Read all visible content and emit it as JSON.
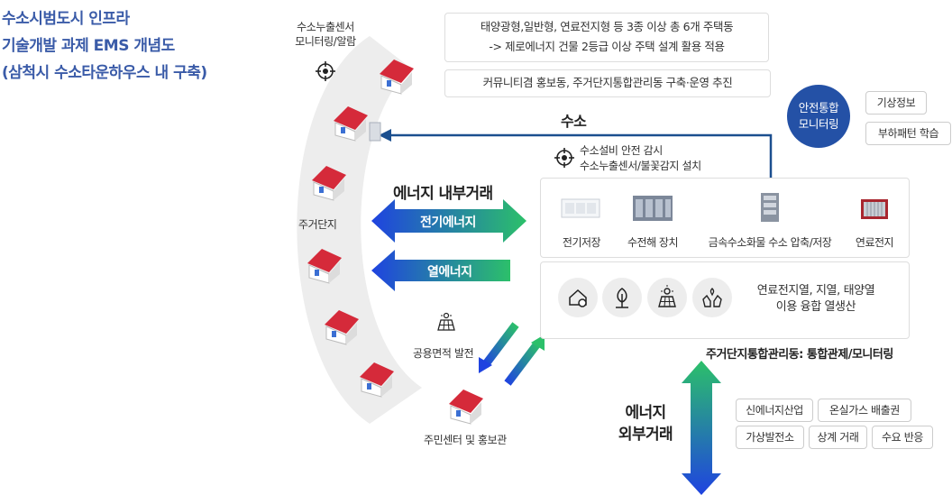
{
  "title": {
    "line1": "수소시범도시 인프라",
    "line2": "기술개발 과제 EMS 개념도",
    "line3": "(삼척시 수소타운하우스 내 구축)"
  },
  "sensor_top": {
    "line1": "수소누출센서",
    "line2": "모니터링/알람"
  },
  "residential_label": "주거단지",
  "info_boxes": {
    "box1_line1": "태양광형,일반형, 연료전지형 등 3종 이상 총 6개 주택동",
    "box1_line2": "-> 제로에너지 건물 2등급 이상 주택 설계 활용 적용",
    "box2": "커뮤니티겸 홍보동, 주거단지통합관리동 구축·운영 추진"
  },
  "safety_circle": {
    "line1": "안전통합",
    "line2": "모니터링"
  },
  "side_tags": [
    "기상정보",
    "부하패턴 학습"
  ],
  "hydrogen_label": "수소",
  "safety_monitor": {
    "line1": "수소설비 안전 감시",
    "line2": "수소누출센서/불꽃감지 설치"
  },
  "internal_trade": {
    "title": "에너지 내부거래",
    "electric": "전기에너지",
    "heat": "열에너지"
  },
  "equipment": [
    {
      "icon": "battery-storage-icon",
      "label": "전기저장"
    },
    {
      "icon": "electrolyzer-icon",
      "label": "수전해 장치"
    },
    {
      "icon": "metal-hydride-icon",
      "label": "금속수소화물 수소 압축/저장"
    },
    {
      "icon": "fuel-cell-icon",
      "label": "연료전지"
    }
  ],
  "heat_icons": [
    "house-heat-icon",
    "geothermal-tree-icon",
    "solar-panel-icon",
    "hands-heat-icon"
  ],
  "heat_text": {
    "line1": "연료전지열, 지열, 태양열",
    "line2": "이용 융합 열생산"
  },
  "public_solar": "공용면적 발전",
  "community_center": "주민센터 및 홍보관",
  "management": "주거단지통합관리동: 통합관제/모니터링",
  "external_trade": {
    "line1": "에너지",
    "line2": "외부거래"
  },
  "external_tags": [
    "신에너지산업",
    "온실가스 배출권",
    "가상발전소",
    "상계 거래",
    "수요 반응"
  ],
  "colors": {
    "title": "#3a5ba8",
    "arrow_blue": "#1f4fd6",
    "arrow_green": "#27b36b",
    "line_blue": "#1b4f8f",
    "roof_red": "#d52a3a",
    "circle_blue": "#2451a6"
  }
}
